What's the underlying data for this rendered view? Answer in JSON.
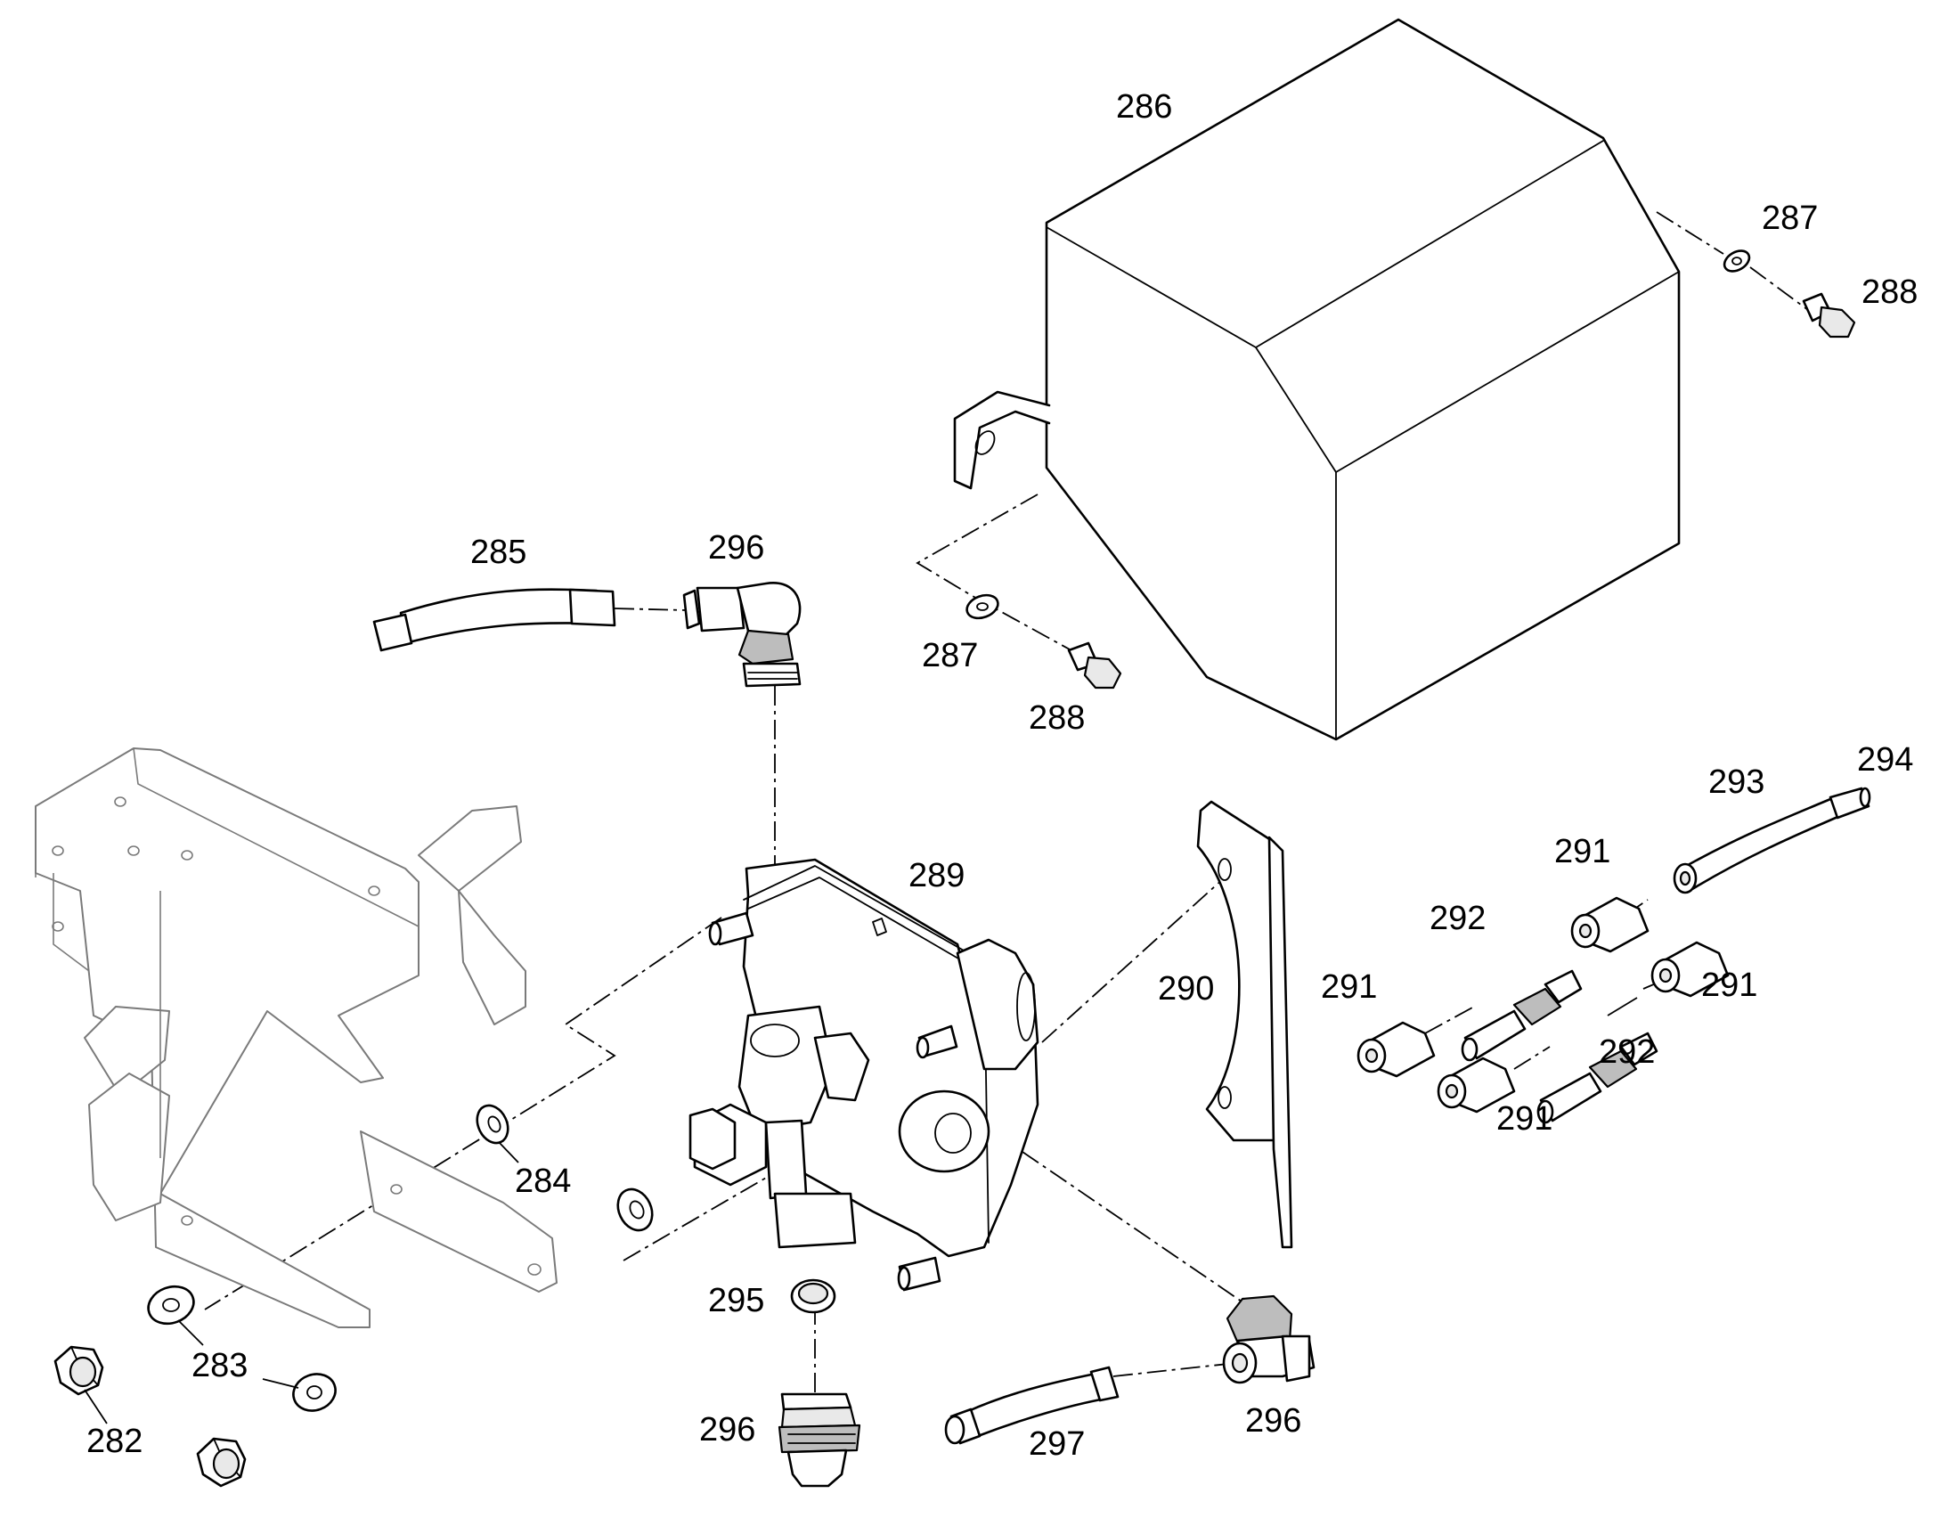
{
  "diagram": {
    "callouts": [
      {
        "id": "c282",
        "label": "282"
      },
      {
        "id": "c283",
        "label": "283"
      },
      {
        "id": "c284",
        "label": "284"
      },
      {
        "id": "c285",
        "label": "285"
      },
      {
        "id": "c286",
        "label": "286"
      },
      {
        "id": "c287a",
        "label": "287"
      },
      {
        "id": "c287b",
        "label": "287"
      },
      {
        "id": "c288a",
        "label": "288"
      },
      {
        "id": "c288b",
        "label": "288"
      },
      {
        "id": "c289",
        "label": "289"
      },
      {
        "id": "c290",
        "label": "290"
      },
      {
        "id": "c291a",
        "label": "291"
      },
      {
        "id": "c291b",
        "label": "291"
      },
      {
        "id": "c291c",
        "label": "291"
      },
      {
        "id": "c291d",
        "label": "291"
      },
      {
        "id": "c292a",
        "label": "292"
      },
      {
        "id": "c292b",
        "label": "292"
      },
      {
        "id": "c293",
        "label": "293"
      },
      {
        "id": "c294",
        "label": "294"
      },
      {
        "id": "c295",
        "label": "295"
      },
      {
        "id": "c296a",
        "label": "296"
      },
      {
        "id": "c296b",
        "label": "296"
      },
      {
        "id": "c296c",
        "label": "296"
      },
      {
        "id": "c297",
        "label": "297"
      }
    ]
  }
}
